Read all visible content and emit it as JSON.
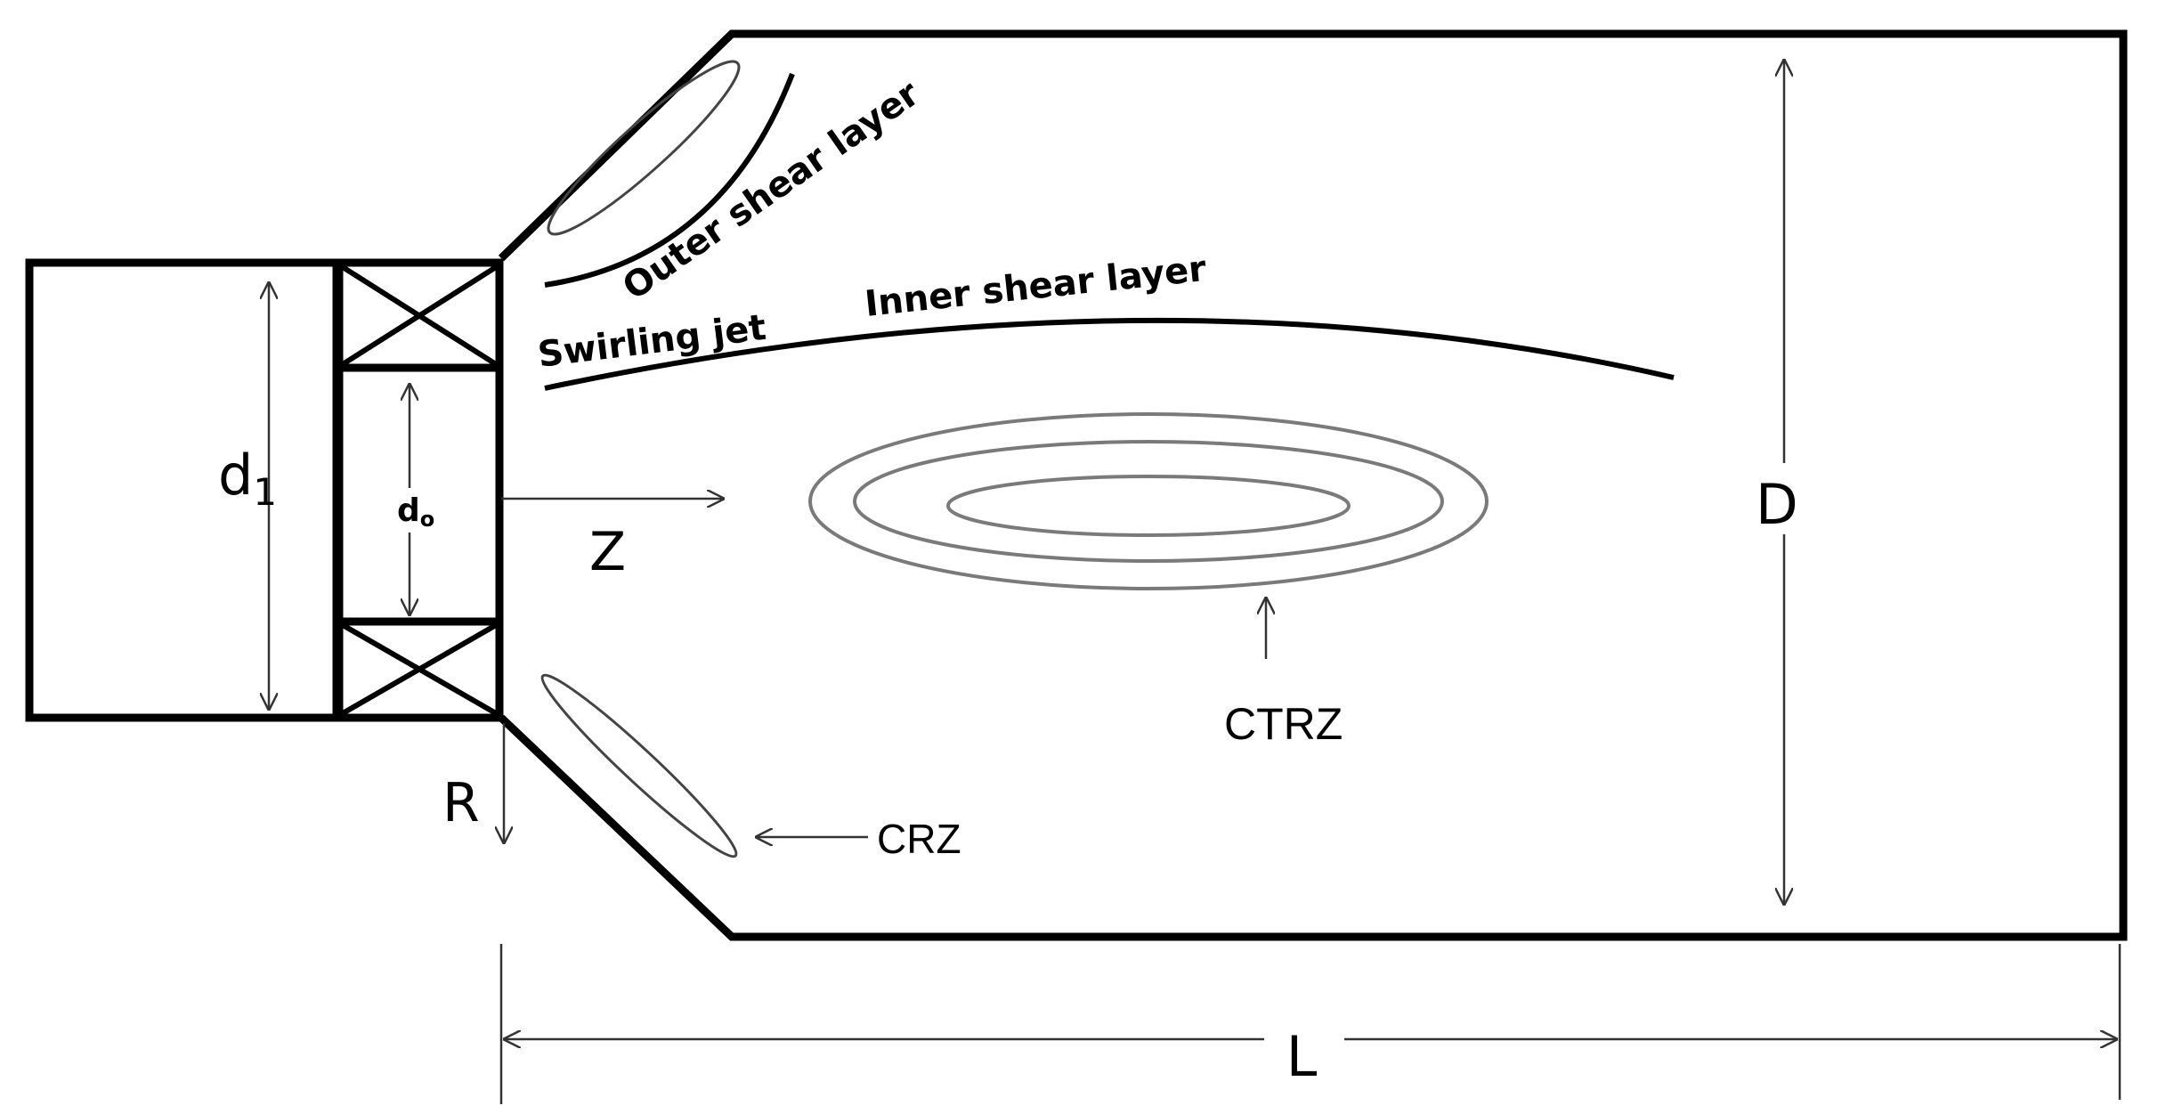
{
  "labels": {
    "d1_main": "d",
    "d1_sub": "1",
    "d0_main": "d",
    "d0_sub": "o",
    "axial": "Z",
    "radial": "R",
    "outer_shear": "Outer shear layer",
    "swirling_jet": "Swirling jet",
    "inner_shear": "Inner shear layer",
    "ctrz": "CTRZ",
    "crz": "CRZ",
    "diameter": "D",
    "length": "L"
  },
  "colors": {
    "outline": "#000000",
    "contour": "#7a7a7a",
    "dimension": "#333333",
    "background": "#ffffff"
  }
}
